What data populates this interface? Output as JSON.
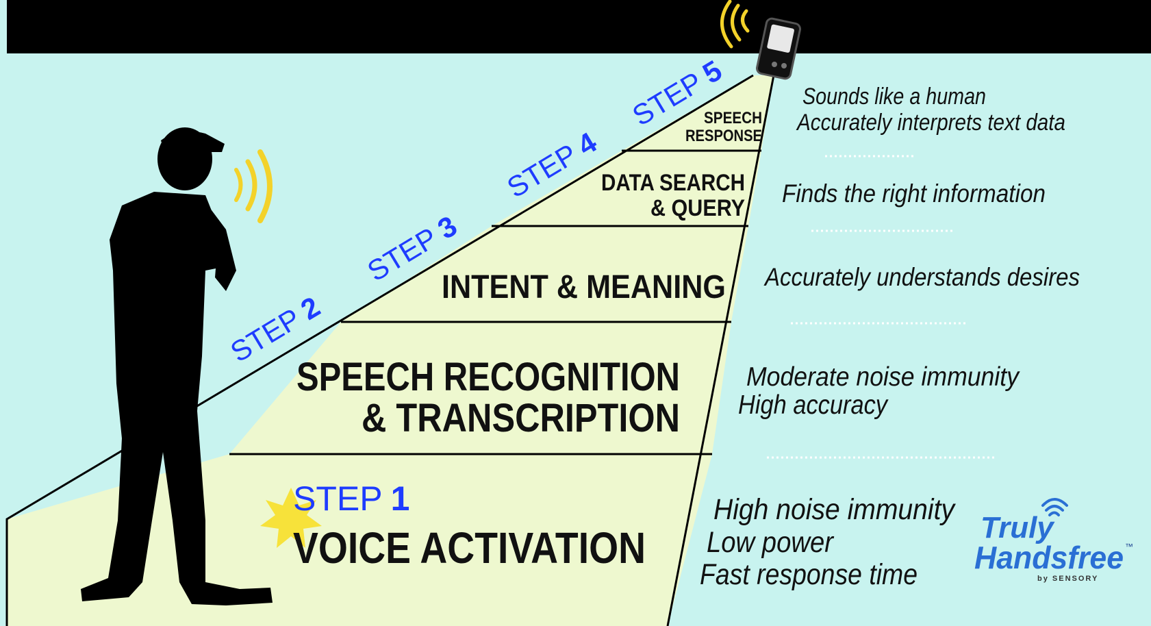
{
  "colors": {
    "background": "#c8f3ef",
    "top_bar": "#000000",
    "steps_fill": "#eef8cf",
    "step_label": "#1e3cff",
    "signal": "#f3d22a",
    "starburst": "#f7e23a",
    "logo_blue": "#2a6fd4"
  },
  "steps": [
    {
      "word": "STEP",
      "number": "1",
      "title_lines": [
        "VOICE ACTIVATION"
      ],
      "descriptions": [
        "High noise immunity",
        "Low power",
        "Fast response time"
      ]
    },
    {
      "word": "STEP",
      "number": "2",
      "title_lines": [
        "SPEECH RECOGNITION",
        "& TRANSCRIPTION"
      ],
      "descriptions": [
        "Moderate noise immunity",
        "High accuracy"
      ]
    },
    {
      "word": "STEP",
      "number": "3",
      "title_lines": [
        "INTENT & MEANING"
      ],
      "descriptions": [
        "Accurately understands desires"
      ]
    },
    {
      "word": "STEP",
      "number": "4",
      "title_lines": [
        "DATA SEARCH",
        "& QUERY"
      ],
      "descriptions": [
        "Finds the right information"
      ]
    },
    {
      "word": "STEP",
      "number": "5",
      "title_lines": [
        "SPEECH",
        "RESPONSE"
      ],
      "descriptions": [
        "Sounds like a human",
        "Accurately interprets text data"
      ]
    }
  ],
  "logo": {
    "line1": "Truly",
    "line2": "Handsfree",
    "trademark": "™",
    "byline": "by SENSORY"
  },
  "icons": {
    "person": "person-silhouette-icon",
    "phone": "phone-icon",
    "voice_waves": "sound-waves-icon",
    "phone_signal": "signal-waves-icon",
    "burst": "starburst-icon"
  }
}
